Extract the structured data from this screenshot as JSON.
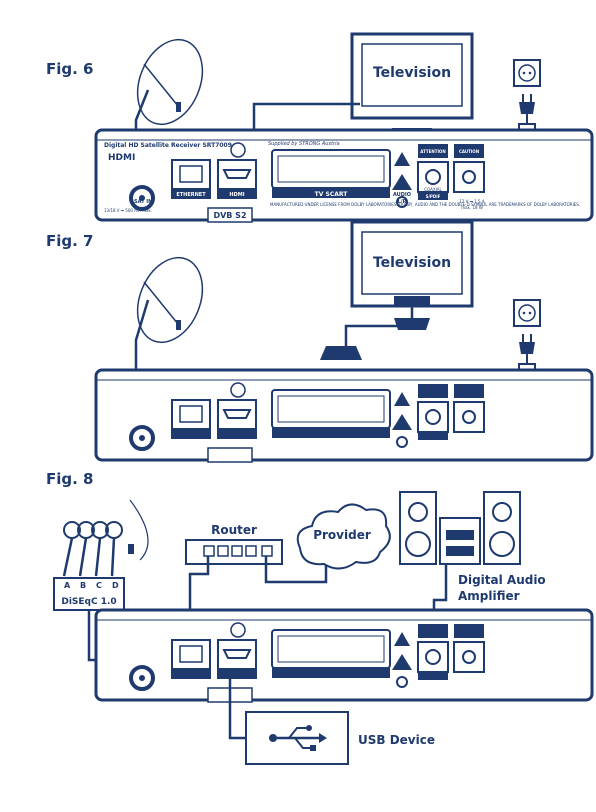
{
  "figures": {
    "fig6": {
      "label": "Fig. 6",
      "tv_label": "Television",
      "receiver": {
        "model": "Digital HD Satellite Receiver SRT7009",
        "supplied": "Supplied by STRONG Austria",
        "hdmi_logo": "HDMI",
        "ethernet": "ETHERNET",
        "hdmi": "HDMI",
        "tv_scart": "TV SCART",
        "audio": "AUDIO",
        "lr": "L/R",
        "coaxial": "COAXIAL",
        "spdif": "S/PDIF",
        "sat_in": "SAT IN",
        "sat_spec": "13/18 V ⎓ 500 mA max.",
        "power_spec": "12 V ⎓ 1,5 A",
        "power_max": "max. 18 W",
        "attention": "ATTENTION",
        "caution": "CAUTION",
        "dvb": "DVB S2",
        "license": "MANUFACTURED UNDER LICENSE FROM DOLBY LABORATORIES. DOLBY, AUDIO AND THE DOUBLE-D SYMBOL ARE TRADEMARKS OF DOLBY LABORATORIES."
      }
    },
    "fig7": {
      "label": "Fig. 7",
      "tv_label": "Television"
    },
    "fig8": {
      "label": "Fig. 8",
      "router": "Router",
      "provider": "Provider",
      "amplifier_line1": "Digital Audio",
      "amplifier_line2": "Amplifier",
      "usb_device": "USB Device",
      "diseqc": "DiSEqC 1.0",
      "diseqc_ports": [
        "A",
        "B",
        "C",
        "D"
      ]
    }
  },
  "colors": {
    "line": "#1f3a6e",
    "background": "#ffffff"
  },
  "icons": [
    "satellite-dish-icon",
    "television-icon",
    "power-plug-icon",
    "usb-icon",
    "cloud-icon",
    "speaker-icon",
    "router-icon"
  ]
}
